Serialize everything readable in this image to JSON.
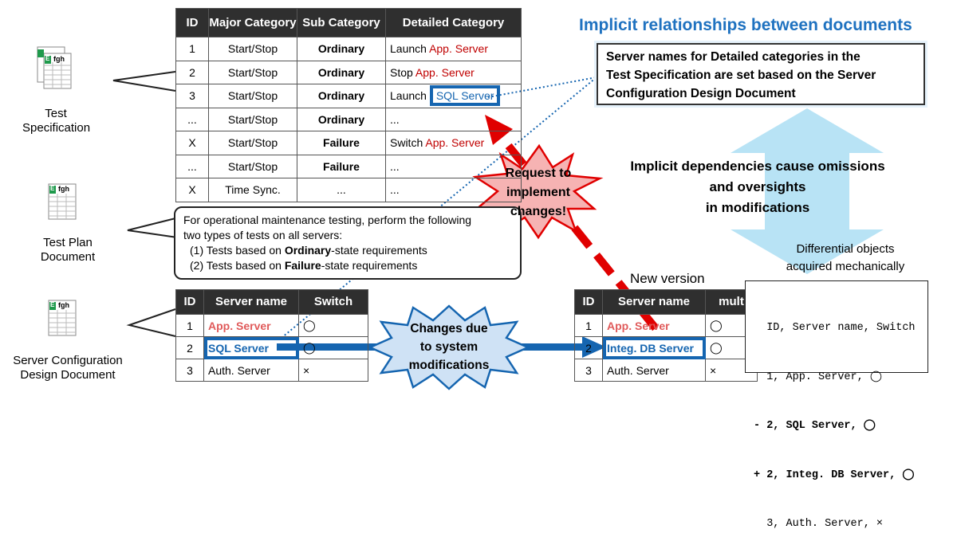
{
  "test_spec": {
    "headers": [
      "ID",
      "Major Category",
      "Sub Category",
      "Detailed Category"
    ],
    "rows": [
      {
        "id": "1",
        "major": "Start/Stop",
        "sub": "Ordinary",
        "det_prefix": "Launch ",
        "det_server": "App. Server"
      },
      {
        "id": "2",
        "major": "Start/Stop",
        "sub": "Ordinary",
        "det_prefix": "Stop ",
        "det_server": "App. Server"
      },
      {
        "id": "3",
        "major": "Start/Stop",
        "sub": "Ordinary",
        "det_prefix": "Launch ",
        "det_server": "SQL Server"
      },
      {
        "id": "...",
        "major": "Start/Stop",
        "sub": "Ordinary",
        "det_prefix": "...",
        "det_server": ""
      },
      {
        "id": "X",
        "major": "Start/Stop",
        "sub": "Failure",
        "det_prefix": "Switch ",
        "det_server": "App. Server"
      },
      {
        "id": "...",
        "major": "Start/Stop",
        "sub": "Failure",
        "det_prefix": "...",
        "det_server": ""
      },
      {
        "id": "X",
        "major": "Time Sync.",
        "sub": "...",
        "det_prefix": "...",
        "det_server": ""
      }
    ]
  },
  "documents": {
    "test_spec_label": "Test Specification",
    "test_plan_label": "Test Plan Document",
    "server_config_label": "Server Configuration Design Document",
    "icon_text": "fgh",
    "icon_badge": "E"
  },
  "plan_callout": {
    "line1": "For operational maintenance testing, perform the following",
    "line2": "two types of tests on all servers:",
    "item1_prefix": "(1) Tests based on ",
    "item1_bold": "Ordinary",
    "item1_suffix": "-state requirements",
    "item2_prefix": "(2) Tests based on ",
    "item2_bold": "Failure",
    "item2_suffix": "-state requirements"
  },
  "server_table_old": {
    "headers": [
      "ID",
      "Server name",
      "Switch"
    ],
    "rows": [
      {
        "id": "1",
        "name": "App. Server",
        "switch": "◯"
      },
      {
        "id": "2",
        "name": "SQL Server",
        "switch": "◯"
      },
      {
        "id": "3",
        "name": "Auth. Server",
        "switch": "×"
      }
    ]
  },
  "server_table_new": {
    "caption": "New version",
    "headers": [
      "ID",
      "Server name",
      "mult"
    ],
    "rows": [
      {
        "id": "1",
        "name": "App. Server",
        "switch": "◯"
      },
      {
        "id": "2",
        "name": "Integ. DB Server",
        "switch": "◯"
      },
      {
        "id": "3",
        "name": "Auth. Server",
        "switch": "×"
      }
    ]
  },
  "titles": {
    "implicit_relationships": "Implicit relationships between documents",
    "relationship_note_1": "Server names for Detailed categories in the",
    "relationship_note_2": "Test Specification are set based on the Server",
    "relationship_note_3": "Configuration Design Document",
    "dependencies_1": "Implicit dependencies cause omissions",
    "dependencies_2": "and oversights",
    "dependencies_3": "in modifications"
  },
  "bursts": {
    "request_1": "Request to",
    "request_2": "implement",
    "request_3": "changes!",
    "changes_1": "Changes due",
    "changes_2": "to system",
    "changes_3": "modifications"
  },
  "diff": {
    "label_1": "Differential objects",
    "label_2": "acquired mechanically",
    "lines": [
      "  ID, Server name, Switch",
      "  1, App. Server, ◯",
      "- 2, SQL Server, ◯",
      "+ 2, Integ. DB Server, ◯",
      "  3, Auth. Server, ×"
    ]
  },
  "colors": {
    "accent_blue": "#1565b0",
    "arrow_red": "#e00000",
    "light_blue_arrow": "#b8e3f5",
    "burst_red_fill": "#f6b3b3",
    "burst_blue_fill": "#cfe2f5",
    "server_red": "#e05a5a"
  }
}
